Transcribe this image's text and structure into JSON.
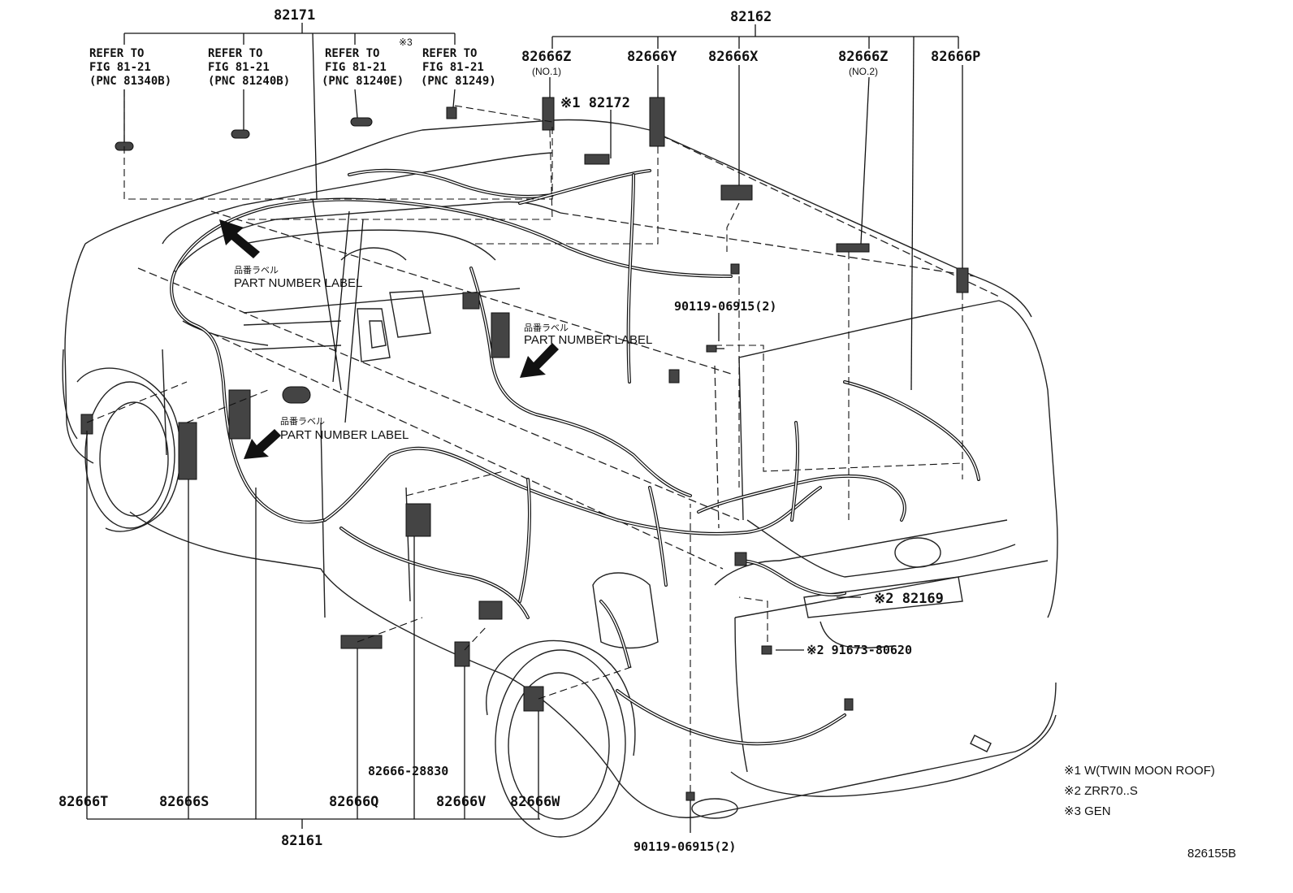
{
  "diagram": {
    "top_groups": {
      "g82171": "82171",
      "g82162": "82162"
    },
    "refer": [
      {
        "line1": "REFER TO",
        "line2": "FIG 81-21",
        "line3": "(PNC 81340B)"
      },
      {
        "line1": "REFER TO",
        "line2": "FIG 81-21",
        "line3": "(PNC 81240B)"
      },
      {
        "line1": "REFER TO",
        "line2": "FIG 81-21",
        "line3": "(PNC 81240E)"
      },
      {
        "line1": "REFER TO",
        "line2": "FIG 81-21",
        "line3": "(PNC 81249)"
      }
    ],
    "refer_mark": "※3",
    "top_parts": {
      "p82666z1": "82666Z",
      "p82666z1_sub": "(NO.1)",
      "p82666y": "82666Y",
      "p82666x": "82666X",
      "p82666z2": "82666Z",
      "p82666z2_sub": "(NO.2)",
      "p82666p": "82666P"
    },
    "p82172": "※1 82172",
    "bolt_top": "90119-06915(2)",
    "bolt_bottom": "90119-06915(2)",
    "p82169": "※2 82169",
    "p91673": "※2 91673-80620",
    "labels": [
      {
        "jp": "品番ラベル",
        "en": "PART NUMBER LABEL"
      },
      {
        "jp": "品番ラベル",
        "en": "PART NUMBER LABEL"
      },
      {
        "jp": "品番ラベル",
        "en": "PART NUMBER LABEL"
      }
    ],
    "bottom_parts": {
      "p82666t": "82666T",
      "p82666s": "82666S",
      "p82666q": "82666Q",
      "p82666_28830": "82666-28830",
      "p82666v": "82666V",
      "p82666w": "82666W",
      "p82161": "82161"
    },
    "notes": [
      "※1 W(TWIN MOON ROOF)",
      "※2 ZRR70..S",
      "※3 GEN"
    ],
    "figure_code": "826155B"
  }
}
